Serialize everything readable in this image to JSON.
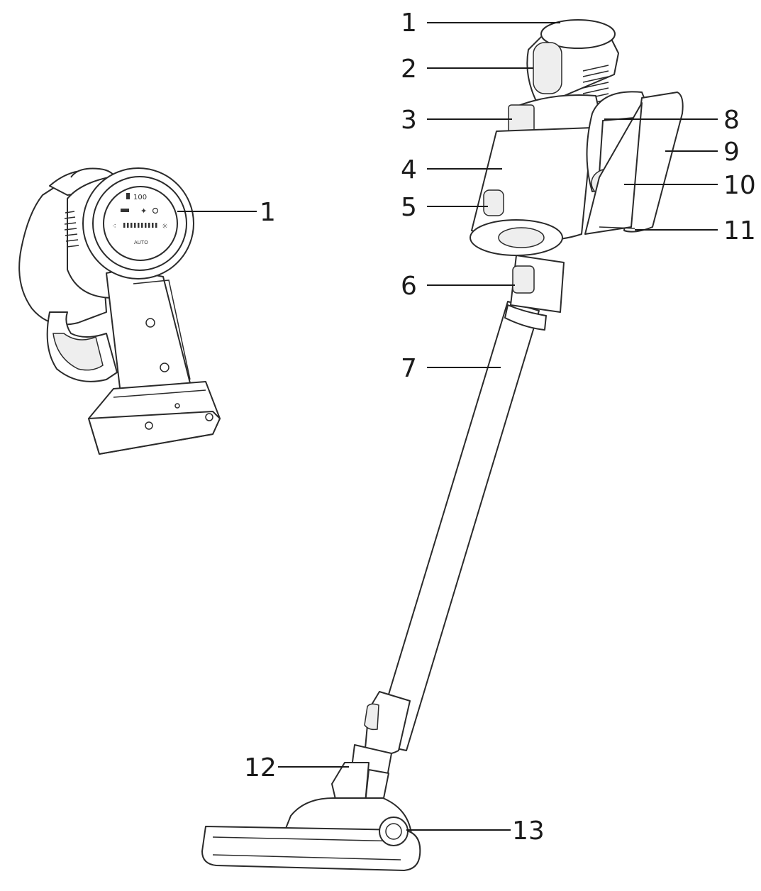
{
  "colors": {
    "line": "#2a2a2a",
    "text": "#1a1a1a",
    "background": "#ffffff"
  },
  "handheld_display": {
    "battery_percent": "100",
    "mode_label": "AUTO"
  },
  "callouts": {
    "handheld_1": "1",
    "c1": "1",
    "c2": "2",
    "c3": "3",
    "c4": "4",
    "c5": "5",
    "c6": "6",
    "c7": "7",
    "c8": "8",
    "c9": "9",
    "c10": "10",
    "c11": "11",
    "c12": "12",
    "c13": "13"
  }
}
